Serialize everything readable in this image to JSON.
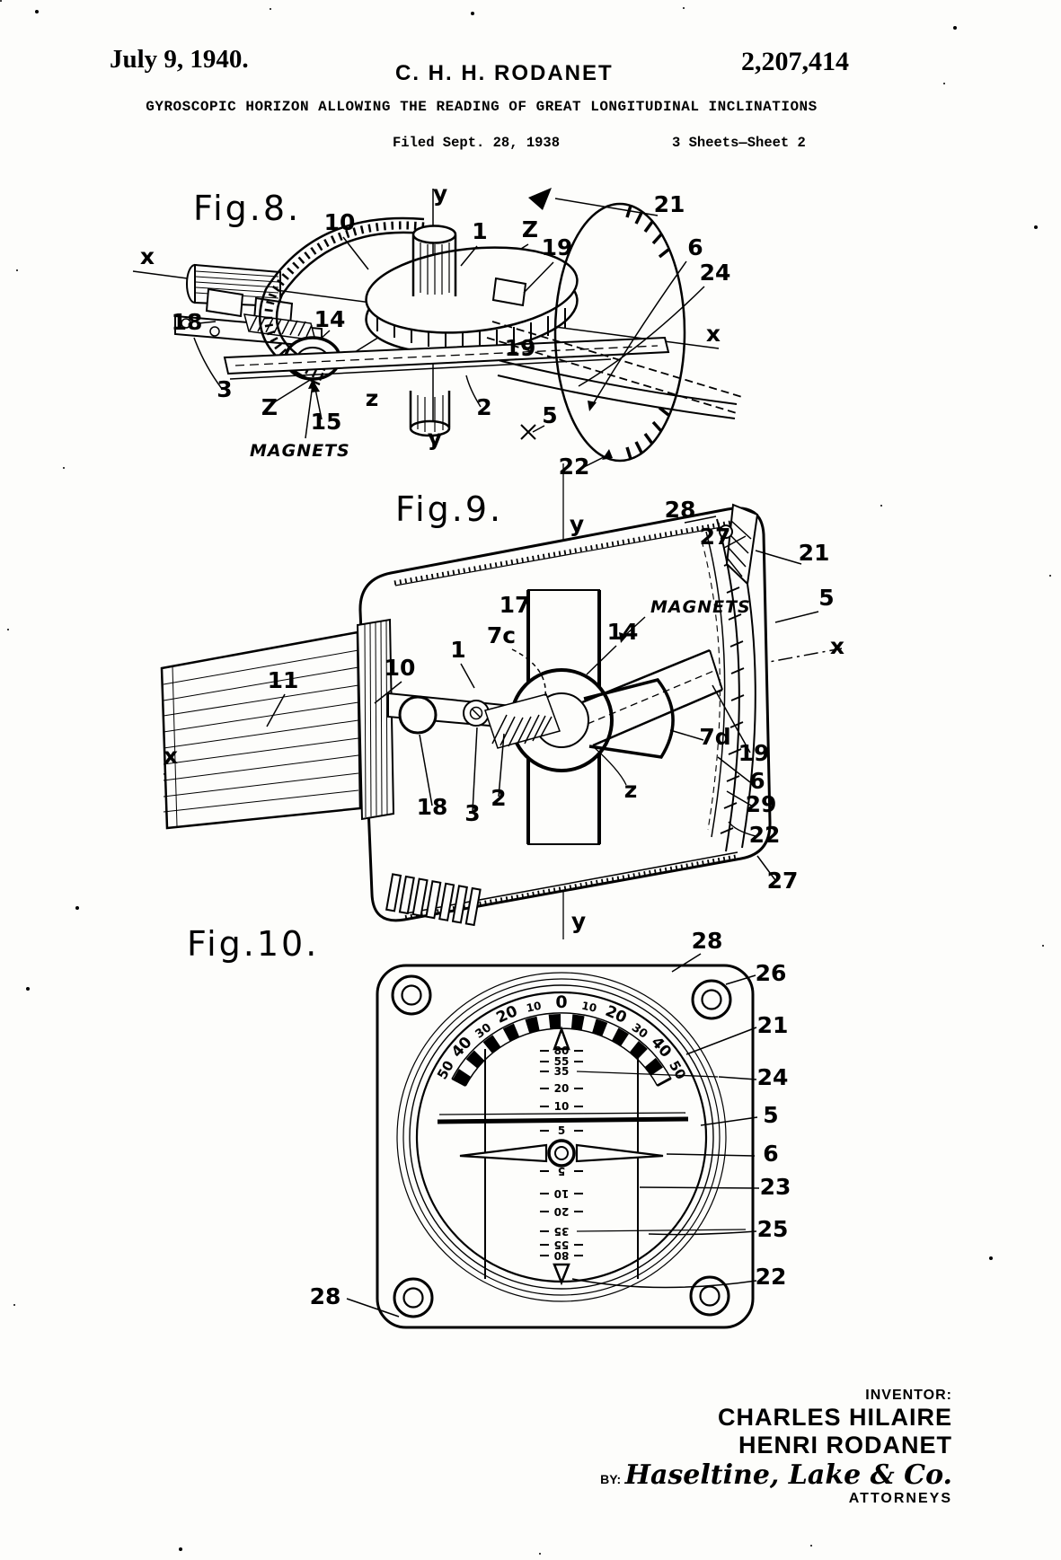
{
  "header": {
    "date": "July 9, 1940.",
    "inventor": "C. H. H. RODANET",
    "patent_number": "2,207,414",
    "title": "GYROSCOPIC HORIZON ALLOWING THE READING OF GREAT LONGITUDINAL INCLINATIONS",
    "filed": "Filed Sept. 28, 1938",
    "sheet": "3 Sheets—Sheet 2"
  },
  "fig8": {
    "title": "Fig.8.",
    "magnets": "MAGNETS",
    "axes": {
      "x_left": "x",
      "x_right": "x",
      "y_top": "y",
      "y_bottom": "y",
      "z_upper": "Z",
      "z_lower": "Z",
      "z_small": "z"
    },
    "refs": {
      "r1": "1",
      "r2": "2",
      "r3": "3",
      "r5": "5",
      "r6": "6",
      "r10": "10",
      "r14": "14",
      "r15": "15",
      "r18": "18",
      "r19_upper": "19",
      "r19_lower": "19",
      "r21": "21",
      "r22": "22",
      "r24": "24"
    }
  },
  "fig9": {
    "title": "Fig.9.",
    "magnets": "MAGNETS",
    "axes": {
      "x_left": "x",
      "x_right": "x",
      "y_top": "y",
      "y_bottom": "y",
      "z": "z"
    },
    "refs": {
      "r1": "1",
      "r2": "2",
      "r3": "3",
      "r5": "5",
      "r6": "6",
      "r7c": "7c",
      "r7d": "7d",
      "r10": "10",
      "r11": "11",
      "r14": "14",
      "r17": "17",
      "r18": "18",
      "r19": "19",
      "r21": "21",
      "r22": "22",
      "r27_top": "27",
      "r27_bottom": "27",
      "r28": "28",
      "r29": "29"
    }
  },
  "fig10": {
    "title": "Fig.10.",
    "refs": {
      "r5": "5",
      "r6": "6",
      "r21": "21",
      "r22": "22",
      "r23": "23",
      "r24": "24",
      "r25": "25",
      "r26": "26",
      "r28_top": "28",
      "r28_bottom": "28"
    },
    "bank_scale": [
      "50",
      "40",
      "30",
      "20",
      "10",
      "0",
      "10",
      "20",
      "30",
      "40",
      "50"
    ],
    "pitch_upper": [
      "80",
      "55",
      "35",
      "20",
      "10",
      "5"
    ],
    "pitch_lower": [
      "5",
      "10",
      "20",
      "35",
      "55",
      "80"
    ]
  },
  "footer": {
    "inventor_label": "INVENTOR:",
    "inventor_name_line1": "CHARLES HILAIRE",
    "inventor_name_line2": "HENRI RODANET",
    "by_label": "BY:",
    "signature": "Haseltine, Lake & Co.",
    "attorneys_label": "ATTORNEYS"
  }
}
